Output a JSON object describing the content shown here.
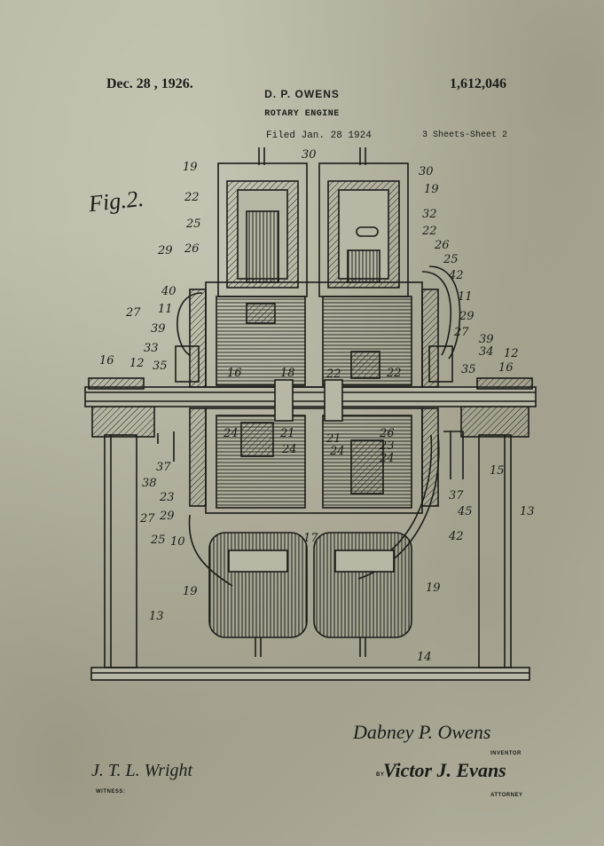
{
  "header": {
    "date": "Dec. 28 , 1926.",
    "patent_number": "1,612,046",
    "inventor": "D. P. OWENS",
    "title": "ROTARY ENGINE",
    "filed": "Filed Jan. 28  1924",
    "sheets": "3 Sheets-Sheet 2"
  },
  "figure": {
    "label": "Fig.2.",
    "callouts": {
      "c19a": "19",
      "c30a": "30",
      "c30b": "30",
      "c19b": "19",
      "c22a": "22",
      "c32": "32",
      "c25a": "25",
      "c22b": "22",
      "c26a": "26",
      "c26b": "26",
      "c29a": "29",
      "c25b": "25",
      "c42a": "42",
      "c40": "40",
      "c11a": "11",
      "c27a": "27",
      "c11b": "11",
      "c29b": "29",
      "c39a": "39",
      "c27b": "27",
      "c33": "33",
      "c39b": "39",
      "c16a": "16",
      "c12a": "12",
      "c35a": "35",
      "c16b": "16",
      "c18": "18",
      "c22c": "22",
      "c22d": "22",
      "c34": "34",
      "c12b": "12",
      "c35b": "35",
      "c16c": "16",
      "c24a": "24",
      "c21a": "21",
      "c24b": "24",
      "c21b": "21",
      "c26c": "26",
      "c23a": "23",
      "c24c": "24",
      "c24d": "24",
      "c37a": "37",
      "c15": "15",
      "c38": "38",
      "c23b": "23",
      "c37b": "37",
      "c27c": "27",
      "c29c": "29",
      "c45": "45",
      "c13a": "13",
      "c25c": "25",
      "c10": "10",
      "c17": "17",
      "c42b": "42",
      "c19c": "19",
      "c19d": "19",
      "c13b": "13",
      "c14": "14"
    }
  },
  "signatures": {
    "inventor": "Dabney P. Owens",
    "inventor_caption": "INVENTOR",
    "by": "BY",
    "attorney": "Victor J. Evans",
    "attorney_caption": "ATTORNEY",
    "witness": "J. T. L. Wright",
    "witness_caption": "WITNESS:"
  }
}
